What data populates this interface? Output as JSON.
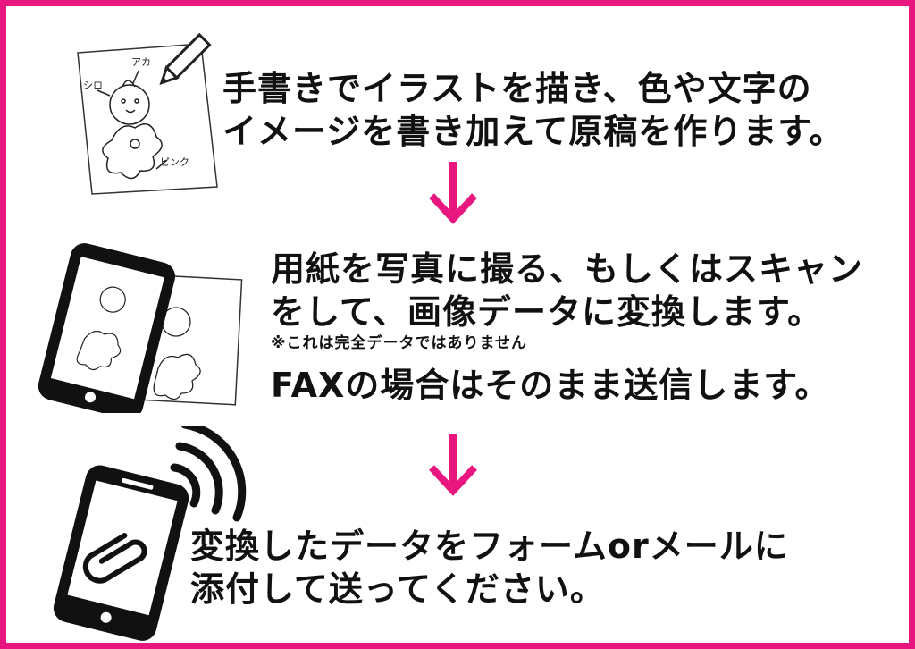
{
  "colors": {
    "accent": "#e8177f",
    "text": "#111111"
  },
  "step1": {
    "line1": "手書きでイラストを描き、色や文字の",
    "line2": "イメージを書き加えて原稿を作ります。",
    "sketch_labels": {
      "top": "アカ",
      "left": "シロ",
      "bottom": "ピンク"
    }
  },
  "step2": {
    "line1": "用紙を写真に撮る、もしくはスキャン",
    "line2": "をして、画像データに変換します。",
    "note": "※これは完全データではありません",
    "fax": "FAXの場合はそのまま送信します。"
  },
  "step3": {
    "line1": "変換したデータをフォームorメールに",
    "line2": "添付して送ってください。"
  },
  "icons": [
    "pencil-icon",
    "smartphone-icon",
    "down-arrow-icon",
    "wireless-signal-icon",
    "paperclip-icon"
  ]
}
